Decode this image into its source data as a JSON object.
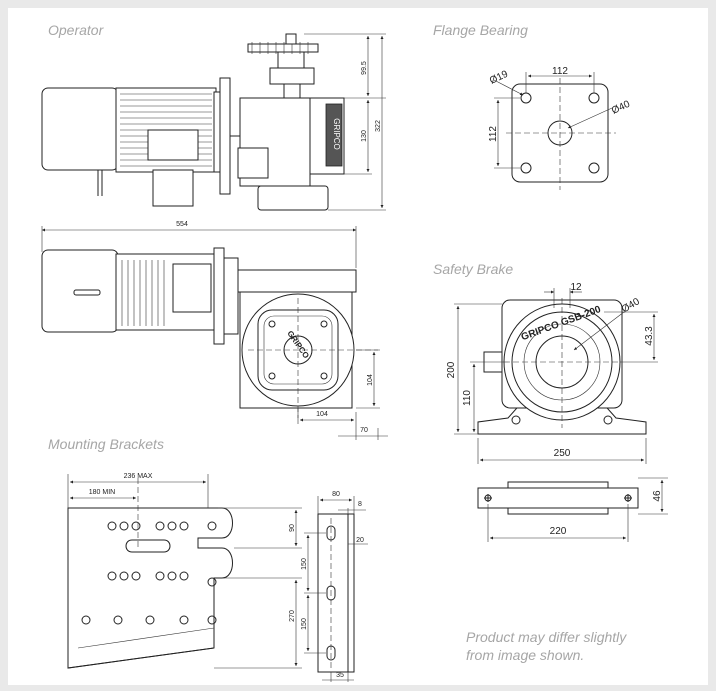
{
  "panels": {
    "operator": "Operator",
    "flange_bearing": "Flange Bearing",
    "safety_brake": "Safety Brake",
    "mounting_brackets": "Mounting Brackets"
  },
  "operator_dims": {
    "top": "99.5",
    "d130": "130",
    "d322": "322",
    "width": "554",
    "side": "104",
    "bottom": "104",
    "d70": "70"
  },
  "flange_dims": {
    "hole": "Ø19",
    "width": "112",
    "height": "112",
    "bore": "Ø40"
  },
  "brake_dims": {
    "d12": "12",
    "bore": "Ø40",
    "d43": "43.3",
    "height": "200",
    "axis": "110",
    "width": "250",
    "bottom_width": "220",
    "bottom_height": "46"
  },
  "bracket_dims": {
    "max": "236 MAX",
    "min": "180 MIN",
    "d90": "90",
    "d150a": "150",
    "d270": "270",
    "d150b": "150",
    "d80": "80",
    "d8": "8",
    "d20": "20",
    "d35": "35"
  },
  "brake_logo": "GRIPCO  GSB-200",
  "operator_logo": "GRIPCO",
  "note": {
    "line1": "Product may differ slightly",
    "line2": "from image shown."
  }
}
